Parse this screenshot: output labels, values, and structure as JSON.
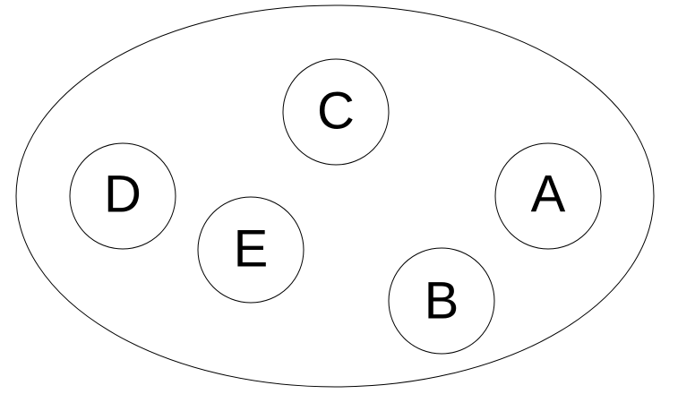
{
  "diagram": {
    "nodes": [
      {
        "id": "C",
        "label": "C"
      },
      {
        "id": "D",
        "label": "D"
      },
      {
        "id": "E",
        "label": "E"
      },
      {
        "id": "A",
        "label": "A"
      },
      {
        "id": "B",
        "label": "B"
      }
    ]
  },
  "colors": {
    "stroke": "#000000",
    "fill": "#ffffff"
  }
}
